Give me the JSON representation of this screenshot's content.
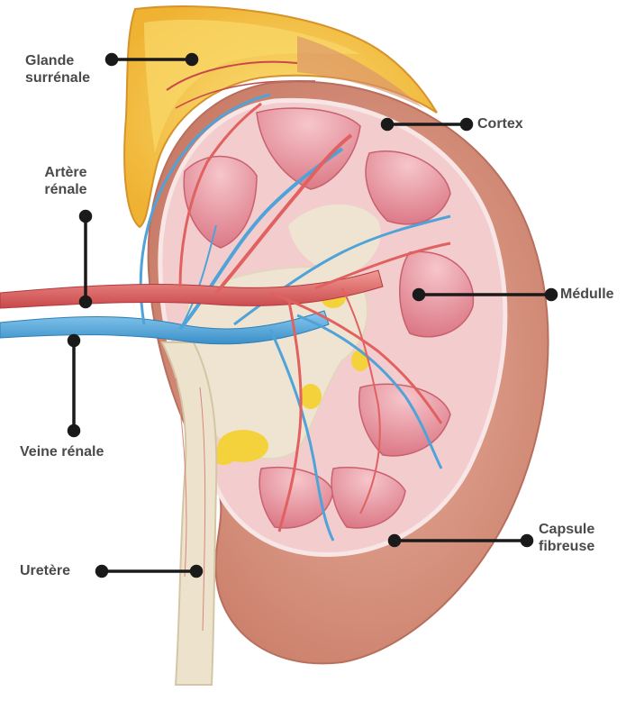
{
  "labels": {
    "adrenal_line1": "Glande",
    "adrenal_line2": "surrénale",
    "cortex": "Cortex",
    "artery_line1": "Artère",
    "artery_line2": "rénale",
    "medulla": "Médulle",
    "vein": "Veine rénale",
    "capsule_line1": "Capsule",
    "capsule_line2": "fibreuse",
    "ureter": "Uretère"
  },
  "colors": {
    "leader": "#1a1a1a",
    "label_text": "#4a4a4a",
    "artery": "#e0615f",
    "vein": "#4fa3d9",
    "adrenal": "#f5c242",
    "capsule": "#d9957f",
    "cortex": "#f2c4c4",
    "pyramid": "#e58a98",
    "ureter": "#ede3cc",
    "fat": "#f3d23c"
  }
}
